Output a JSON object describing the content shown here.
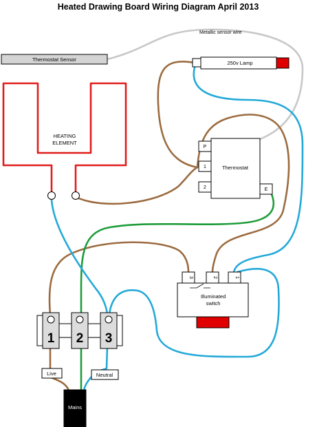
{
  "title": "Heated Drawing Board Wiring Diagram April 2013",
  "sensor_wire_label": "Metallic sensor wire",
  "thermostat_sensor_label": "Thermostat Sensor",
  "lamp_label": "250v Lamp",
  "heating_element_label": [
    "HEATING",
    "ELEMENT"
  ],
  "thermostat": {
    "label": "Thermostat",
    "terminals": [
      "P",
      "1",
      "2",
      "E"
    ]
  },
  "switch": {
    "label": [
      "Illuminated",
      "switch"
    ],
    "terminals": [
      "3",
      "2",
      "1"
    ]
  },
  "terminal_block": [
    "1",
    "2",
    "3"
  ],
  "live_label": "Live",
  "neutral_label": "Neutral",
  "mains_label": "Mains",
  "colors": {
    "heater": "#e01b1b",
    "brown": "#9b6b3f",
    "blue": "#23a9d8",
    "green": "#1e9c3a",
    "sensor_wire": "#c8c8c8",
    "lamp_cap": "#e00000",
    "switch_rocker": "#e00000",
    "terminal_block": "#dcdcdc",
    "mains": "#000000"
  }
}
